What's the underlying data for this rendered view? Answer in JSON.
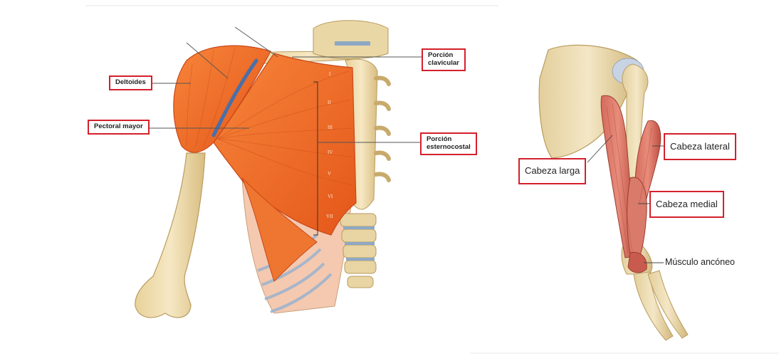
{
  "left_figure": {
    "labels": {
      "deltoides": "Deltoides",
      "pectoral_mayor": "Pectoral mayor",
      "porcion_clavicular_1": "Porción",
      "porcion_clavicular_2": "clavicular",
      "porcion_esternocostal_1": "Porción",
      "porcion_esternocostal_2": "esternocostal"
    },
    "rib_numerals": [
      "I",
      "II",
      "III",
      "IV",
      "V",
      "VI",
      "VII"
    ]
  },
  "right_figure": {
    "labels": {
      "cabeza_larga": "Cabeza larga",
      "cabeza_lateral": "Cabeza lateral",
      "cabeza_medial": "Cabeza medial",
      "musculo_anconeo": "Músculo ancóneo"
    }
  },
  "colors": {
    "muscle": "#f26a21",
    "muscle_dark": "#d94e10",
    "bone": "#f2e1b3",
    "bone_shadow": "#c9ad72",
    "highlight_box": "#d4202c",
    "triceps": "#c95b4e"
  }
}
